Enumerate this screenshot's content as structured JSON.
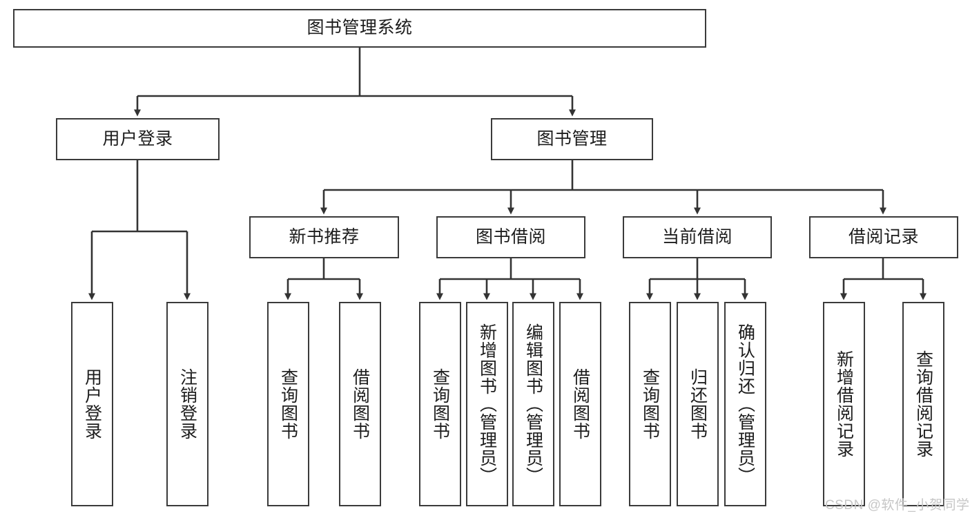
{
  "diagram": {
    "title": "图书管理系统",
    "type": "tree-hierarchy-chart",
    "colors": {
      "box_border": "#3a3a3a",
      "box_fill": "#ffffff",
      "connector": "#333333",
      "text": "#1c1c1c",
      "watermark": "#c6c6c6"
    },
    "root": {
      "label": "图书管理系统"
    },
    "level2": [
      {
        "label": "用户登录"
      },
      {
        "label": "图书管理"
      }
    ],
    "level3": [
      {
        "label": "新书推荐"
      },
      {
        "label": "图书借阅"
      },
      {
        "label": "当前借阅"
      },
      {
        "label": "借阅记录"
      }
    ],
    "leaves": {
      "user_login": [
        {
          "label": "用户登录"
        },
        {
          "label": "注销登录"
        }
      ],
      "new_book_recommend": [
        {
          "label": "查询图书"
        },
        {
          "label": "借阅图书"
        }
      ],
      "book_borrow": [
        {
          "label": "查询图书"
        },
        {
          "label": "新增图书（管理员）"
        },
        {
          "label": "编辑图书（管理员）"
        },
        {
          "label": "借阅图书"
        }
      ],
      "current_borrow": [
        {
          "label": "查询图书"
        },
        {
          "label": "归还图书"
        },
        {
          "label": "确认归还（管理员）"
        }
      ],
      "borrow_record": [
        {
          "label": "新增借阅记录"
        },
        {
          "label": "查询借阅记录"
        }
      ]
    },
    "watermark": "CSDN @软件_小贺同学"
  }
}
